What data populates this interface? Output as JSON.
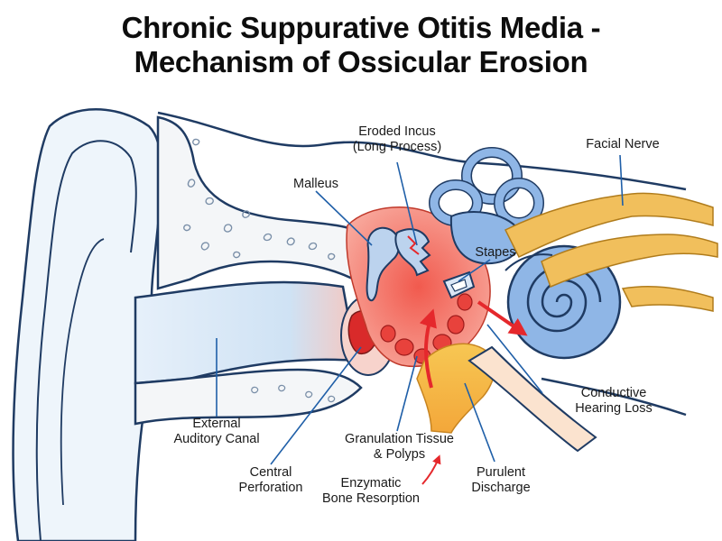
{
  "title": {
    "line1": "Chronic Suppurative Otitis Media -",
    "line2": "Mechanism of Ossicular Erosion"
  },
  "labels": {
    "eroded_incus": [
      "Eroded Incus",
      "(Long Process)"
    ],
    "facial_nerve": "Facial Nerve",
    "malleus": "Malleus",
    "stapes": "Stapes",
    "conductive_hearing_loss": [
      "Conductive",
      "Hearing Loss"
    ],
    "external_auditory_canal": [
      "External",
      "Auditory Canal"
    ],
    "granulation_tissue": [
      "Granulation Tissue",
      "& Polyps"
    ],
    "central_perforation": [
      "Central",
      "Perforation"
    ],
    "enzymatic_bone_resorption": [
      "Enzymatic",
      "Bone Resorption"
    ],
    "purulent_discharge": [
      "Purulent",
      "Discharge"
    ]
  },
  "colors": {
    "outline": "#1f3b63",
    "skin_fill": "#eef5fb",
    "canal_fill": "#d8e8f5",
    "bone_fill": "#f4f6f8",
    "inner_ear": "#8fb6e6",
    "inflammation": "#e8423c",
    "pus": "#f3b23a",
    "nerve": "#f1bf5c",
    "pointer": "#1f5fa8"
  }
}
